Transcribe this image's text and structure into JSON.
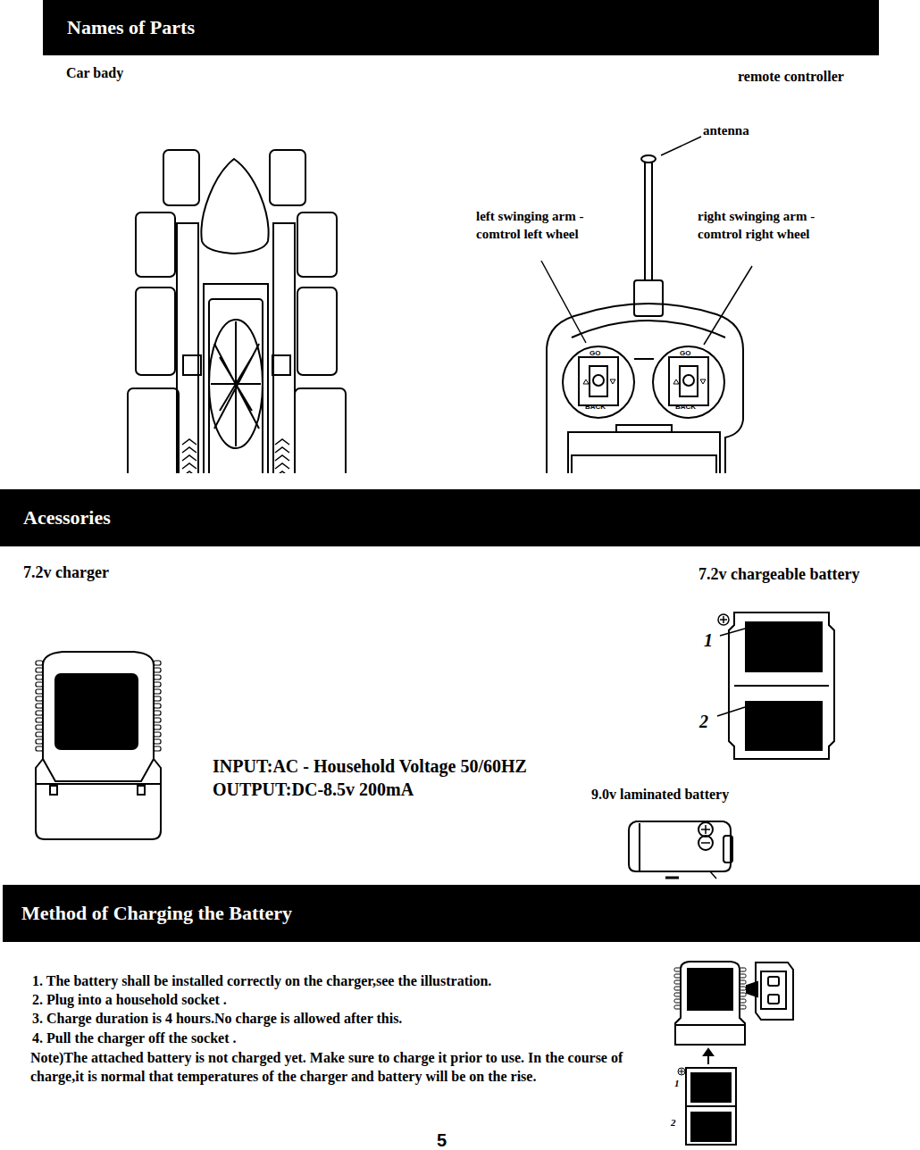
{
  "diagram": {
    "nodes": [
      {
        "text": [
          "Names of Parts"
        ]
      },
      {
        "text": [
          "Acessories"
        ]
      },
      {
        "text": [
          "Method of Charging the Battery"
        ]
      }
    ],
    "labels": [
      "Car bady",
      "remote controller",
      "antenna",
      "left swinging arm - comtrol left wheel",
      "right swinging arm - comtrol right wheel",
      "GO",
      "BACK",
      "GO",
      "BACK",
      "7.2v charger",
      "7.2v chargeable battery",
      "INPUT:AC - Household Voltage 50/60HZ",
      "OUTPUT:DC-8.5v 200mA",
      "9.0v laminated battery",
      "1",
      "2",
      "1. The battery shall be installed correctly on the charger,see the illustration.",
      "2. Plug into a household socket .",
      "3. Charge duration is 4 hours.No charge is allowed after this.",
      "4. Pull the charger off the socket .",
      "Note)The attached battery is not charged yet. Make sure to charge it prior to use. In the course of charge,it is normal that temperatures of the charger and battery will be on the rise.",
      "1",
      "2",
      "5"
    ]
  }
}
